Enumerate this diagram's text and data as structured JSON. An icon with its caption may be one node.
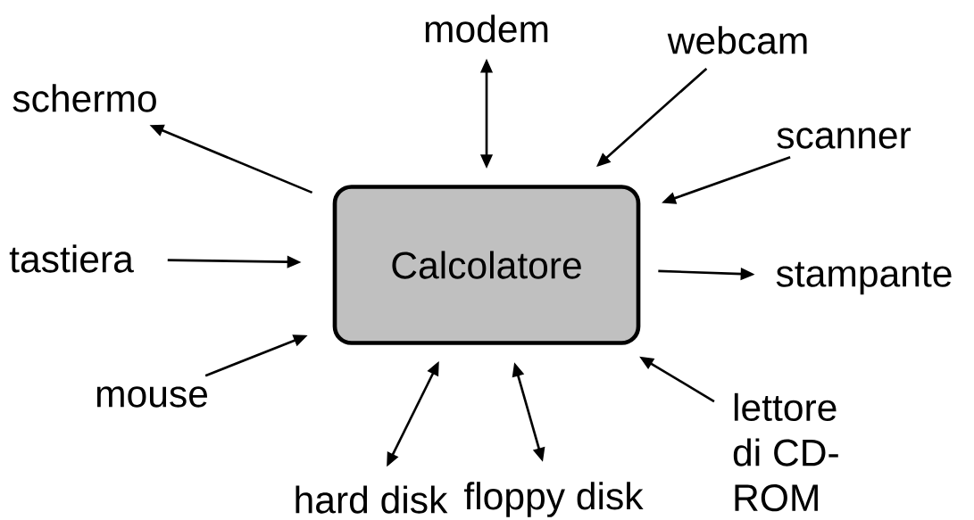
{
  "diagram": {
    "nodes": [
      {
        "text": [
          "Calcolatore"
        ]
      },
      {
        "text": [
          "modem"
        ]
      },
      {
        "text": [
          "webcam"
        ]
      },
      {
        "text": [
          "schermo"
        ]
      },
      {
        "text": [
          "scanner"
        ]
      },
      {
        "text": [
          "tastiera"
        ]
      },
      {
        "text": [
          "stampante"
        ]
      },
      {
        "text": [
          "mouse"
        ]
      },
      {
        "text": [
          "lettore di CD-ROM"
        ]
      },
      {
        "text": [
          "hard disk"
        ]
      },
      {
        "text": [
          "floppy disk"
        ]
      }
    ],
    "edges": [
      {
        "from": 1,
        "to": 0,
        "arrow": "both"
      },
      {
        "from": 2,
        "to": 0,
        "arrow": "to"
      },
      {
        "from": 0,
        "to": 3,
        "arrow": "to"
      },
      {
        "from": 4,
        "to": 0,
        "arrow": "to"
      },
      {
        "from": 5,
        "to": 0,
        "arrow": "to"
      },
      {
        "from": 0,
        "to": 6,
        "arrow": "to"
      },
      {
        "from": 7,
        "to": 0,
        "arrow": "to"
      },
      {
        "from": 8,
        "to": 0,
        "arrow": "to"
      },
      {
        "from": 9,
        "to": 0,
        "arrow": "both"
      },
      {
        "from": 10,
        "to": 0,
        "arrow": "both"
      }
    ]
  }
}
